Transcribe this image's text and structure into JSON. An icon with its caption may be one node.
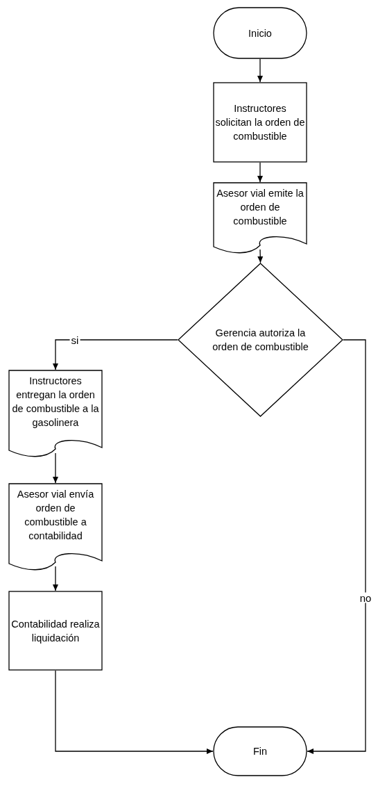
{
  "diagram": {
    "nodes": [
      {
        "text": [
          "Inicio"
        ]
      },
      {
        "text": [
          "Instructores solicitan la orden de combustible"
        ]
      },
      {
        "text": [
          "Asesor vial emite la orden de combustible"
        ]
      },
      {
        "text": [
          "Gerencia autoriza la orden de combustible"
        ]
      },
      {
        "text": [
          "Instructores entregan la orden de combustible a la gasolinera"
        ]
      },
      {
        "text": [
          "Asesor vial envía orden de combustible a contabilidad"
        ]
      },
      {
        "text": [
          "Contabilidad realiza liquidación"
        ]
      },
      {
        "text": [
          "Fin"
        ]
      }
    ],
    "edges": [
      {
        "from": 0,
        "to": 1,
        "arrow": "to"
      },
      {
        "from": 1,
        "to": 2,
        "arrow": "to"
      },
      {
        "from": 2,
        "to": 3,
        "arrow": "to"
      },
      {
        "from": 3,
        "to": 4,
        "arrow": "to",
        "label": "si"
      },
      {
        "from": 3,
        "to": 7,
        "arrow": "to",
        "label": "no"
      },
      {
        "from": 4,
        "to": 5,
        "arrow": "to"
      },
      {
        "from": 5,
        "to": 6,
        "arrow": "to"
      },
      {
        "from": 6,
        "to": 7,
        "arrow": "to"
      }
    ]
  }
}
